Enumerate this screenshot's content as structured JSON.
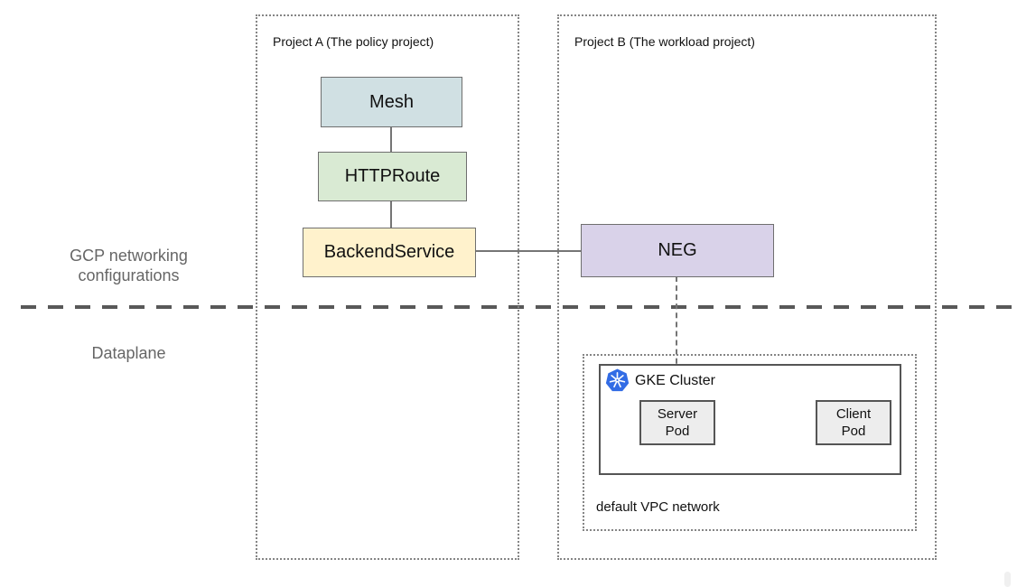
{
  "labels": {
    "gcp_networking": "GCP networking\nconfigurations",
    "dataplane": "Dataplane"
  },
  "projects": {
    "a": {
      "title": "Project A (The policy project)"
    },
    "b": {
      "title": "Project B (The workload project)"
    }
  },
  "nodes": {
    "mesh": {
      "label": "Mesh",
      "fill": "#d0e0e3"
    },
    "httproute": {
      "label": "HTTPRoute",
      "fill": "#d9ead3"
    },
    "backend_service": {
      "label": "BackendService",
      "fill": "#fff2cc"
    },
    "neg": {
      "label": "NEG",
      "fill": "#d9d2e9"
    },
    "server_pod": {
      "label": "Server\nPod",
      "fill": "#ededed"
    },
    "client_pod": {
      "label": "Client\nPod",
      "fill": "#ededed"
    }
  },
  "gke_cluster": {
    "label": "GKE Cluster",
    "icon": "kubernetes-icon",
    "icon_color": "#326ce5"
  },
  "vpc": {
    "label": "default VPC network"
  },
  "connections": [
    {
      "from": "mesh",
      "to": "httproute",
      "style": "solid"
    },
    {
      "from": "httproute",
      "to": "backend_service",
      "style": "solid"
    },
    {
      "from": "backend_service",
      "to": "neg",
      "style": "solid"
    },
    {
      "from": "neg",
      "to": "server_pod",
      "style": "dashed"
    }
  ],
  "separator": {
    "style": "dashed",
    "color": "#585858"
  }
}
